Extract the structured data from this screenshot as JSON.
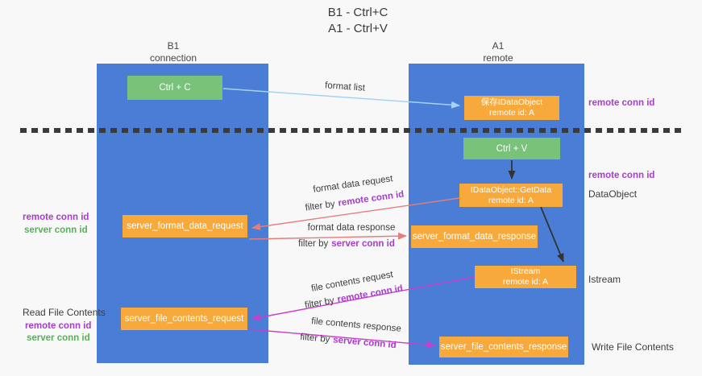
{
  "title": {
    "line1": "B1 - Ctrl+C",
    "line2": "A1 - Ctrl+V"
  },
  "lanes": {
    "left": {
      "name": "B1",
      "role": "connection"
    },
    "right": {
      "name": "A1",
      "role": "remote"
    }
  },
  "boxes": {
    "ctrl_c": "Ctrl + C",
    "ctrl_v": "Ctrl + V",
    "save_idataobject_l1": "保存IDataObject",
    "save_idataobject_l2": "remote id: A",
    "getdata_l1": "IDataObject::GetData",
    "getdata_l2": "remote id: A",
    "istream_l1": "IStream",
    "istream_l2": "remote id: A",
    "server_format_data_request": "server_format_data_request",
    "server_format_data_response": "server_format_data_response",
    "server_file_contents_request": "server_file_contents_request",
    "server_file_contents_response": "server_file_contents_response"
  },
  "labels": {
    "format_list": "format list",
    "format_data_request": "format data request",
    "format_data_response": "format data response",
    "file_contents_request": "file contents request",
    "file_contents_response": "file contents response",
    "filter_by": "filter by",
    "remote_conn_id": "remote conn id",
    "server_conn_id": "server conn id",
    "dataobject": "DataObject",
    "istream": "Istream",
    "read_file_contents": "Read File Contents",
    "write_file_contents": "Write File Contents"
  },
  "colors": {
    "lane_blue": "#4a7ed6",
    "box_green": "#79c279",
    "box_orange": "#f7a93c",
    "purple_label": "#a53dc9",
    "green_label": "#55b155",
    "arrow_black": "#333333",
    "arrow_salmon": "#e57d7d",
    "arrow_magenta": "#cb3ecb",
    "arrow_lightblue": "#a6d2f2"
  }
}
